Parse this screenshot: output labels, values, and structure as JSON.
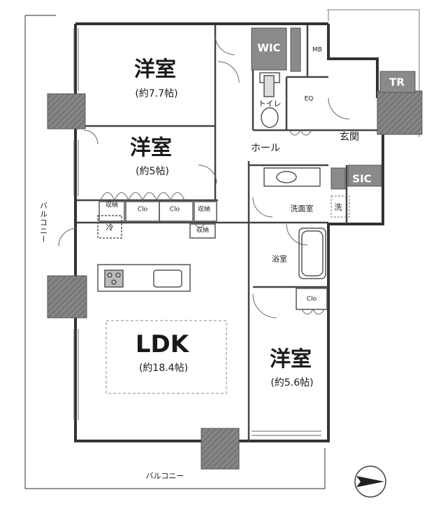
{
  "rooms": {
    "bedroom_top": {
      "name": "洋室",
      "area": "(約7.7帖)"
    },
    "bedroom_mid": {
      "name": "洋室",
      "area": "(約5帖)"
    },
    "ldk": {
      "name": "LDK",
      "area": "(約18.4帖)"
    },
    "bedroom_right": {
      "name": "洋室",
      "area": "(約5.6帖)"
    },
    "wic": "WIC",
    "mb": "MB",
    "tr": "TR",
    "toilet": "トイレ",
    "eq": "EQ",
    "hall": "ホール",
    "entrance": "玄関",
    "sic": "SIC",
    "washroom": "洗面室",
    "washer": "洗",
    "bath": "浴室"
  },
  "storage": {
    "shuno_1": "収納",
    "clo_1": "Clo",
    "clo_2": "Clo",
    "shuno_2": "収納",
    "shuno_3": "収納",
    "fridge": "冷",
    "clo_3": "Clo"
  },
  "balcony": {
    "left": "バルコニー",
    "bottom": "バルコニー"
  },
  "compass": {
    "icon": "north-arrow-icon"
  }
}
